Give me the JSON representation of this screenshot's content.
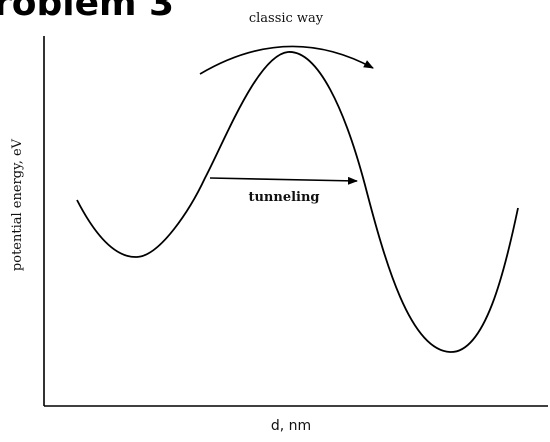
{
  "heading": "roblem 3",
  "diagram": {
    "top_label": "classic way",
    "arrow_label": "tunneling",
    "y_axis_label": "potential energy, eV",
    "x_axis_label": "d, nm"
  },
  "colors": {
    "line": "#000000",
    "background": "#ffffff"
  }
}
